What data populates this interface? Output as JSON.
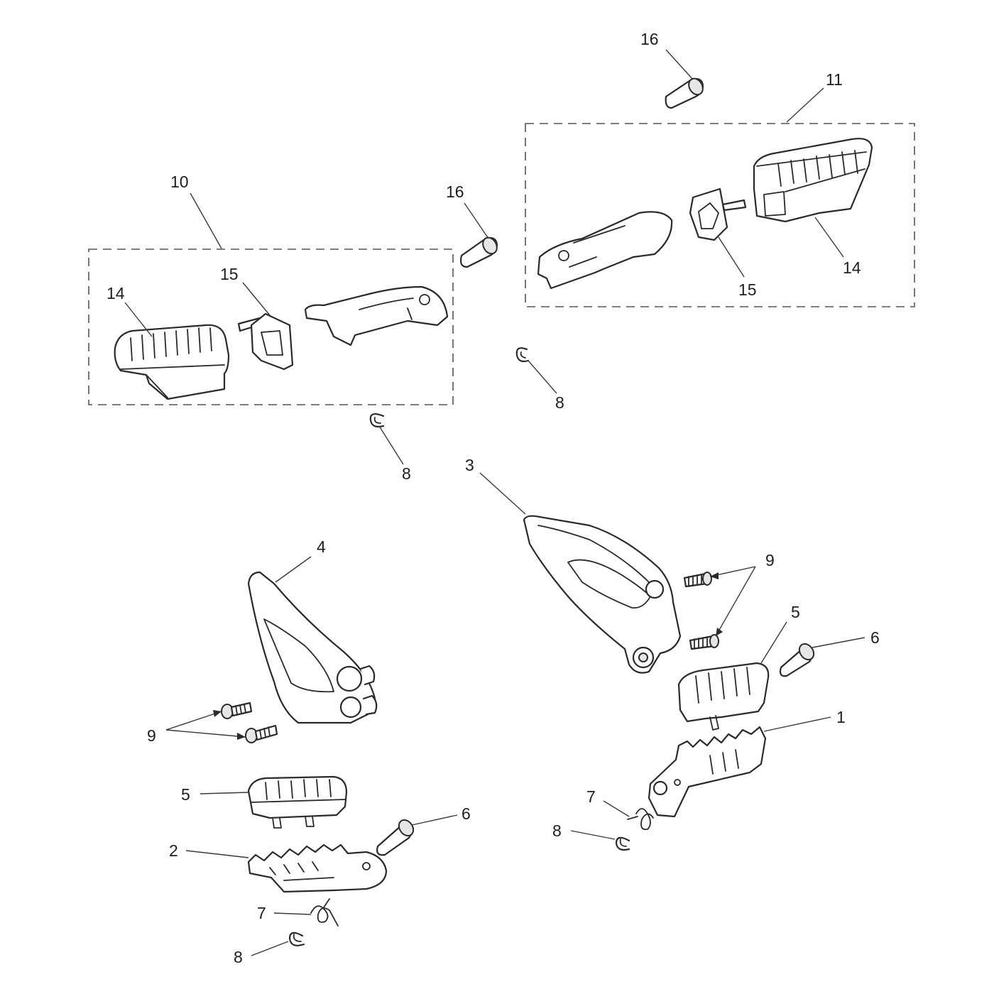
{
  "callouts": {
    "c1": "1",
    "c2": "2",
    "c3": "3",
    "c4": "4",
    "c5a": "5",
    "c5b": "5",
    "c6a": "6",
    "c6b": "6",
    "c7a": "7",
    "c7b": "7",
    "c8a": "8",
    "c8b": "8",
    "c8c": "8",
    "c8d": "8",
    "c9a": "9",
    "c9b": "9",
    "c10": "10",
    "c11": "11",
    "c14a": "14",
    "c14b": "14",
    "c15a": "15",
    "c15b": "15",
    "c16a": "16",
    "c16b": "16"
  },
  "colors": {
    "line": "#2a2a2a",
    "background": "#ffffff"
  }
}
